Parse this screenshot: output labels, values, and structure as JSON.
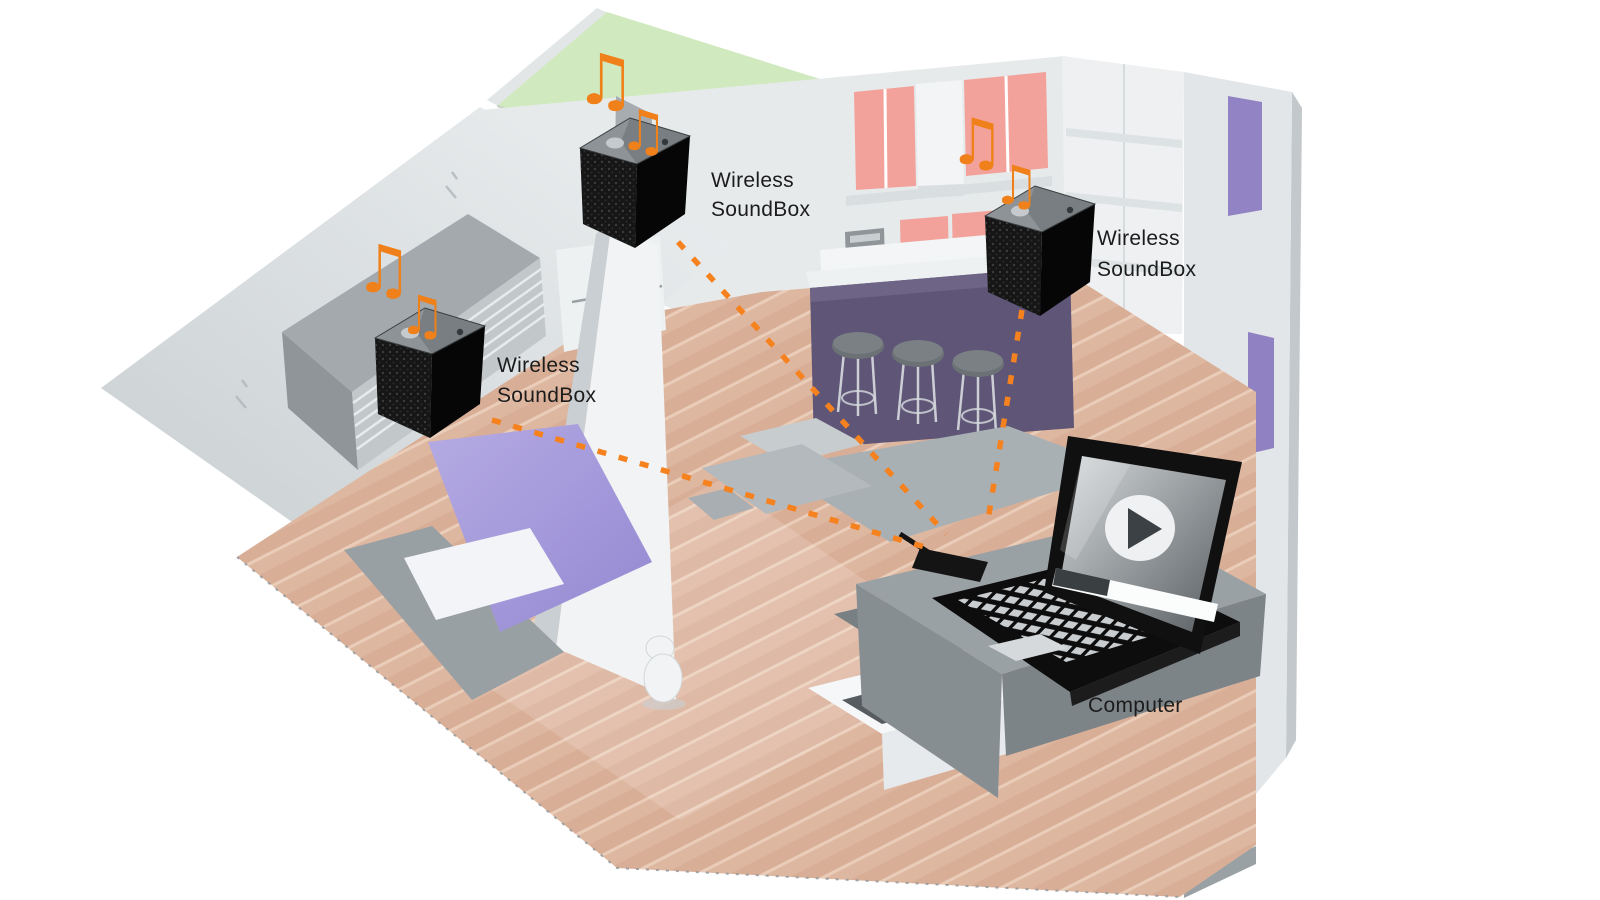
{
  "scene": {
    "background_color": "#FFFFFF",
    "accent_color": "#F5821F",
    "note_color": "#F08019",
    "label_color": "#1C1C1C",
    "labels": {
      "soundbox_laundry": {
        "line1": "Wireless",
        "line2": "SoundBox"
      },
      "soundbox_kitchen": {
        "line1": "Wireless",
        "line2": "SoundBox"
      },
      "soundbox_bedroom": {
        "line1": "Wireless",
        "line2": "SoundBox"
      },
      "computer": "Computer"
    },
    "icons": {
      "music-note-icon": "♫",
      "play-icon": "▶"
    },
    "colors": {
      "floor_wood": "#DEB7A0",
      "wall_gray": "#D9DEE0",
      "green_room_floor": "#D0E9BF",
      "bed_purple": "#A79ADB",
      "kitchen_island_purple": "#5E5577",
      "cabinet_pink": "#F3A29B",
      "wall_accent_purple": "#9183C4",
      "speaker_black": "#161616",
      "laptop_gray": "#9BA1A5"
    }
  }
}
